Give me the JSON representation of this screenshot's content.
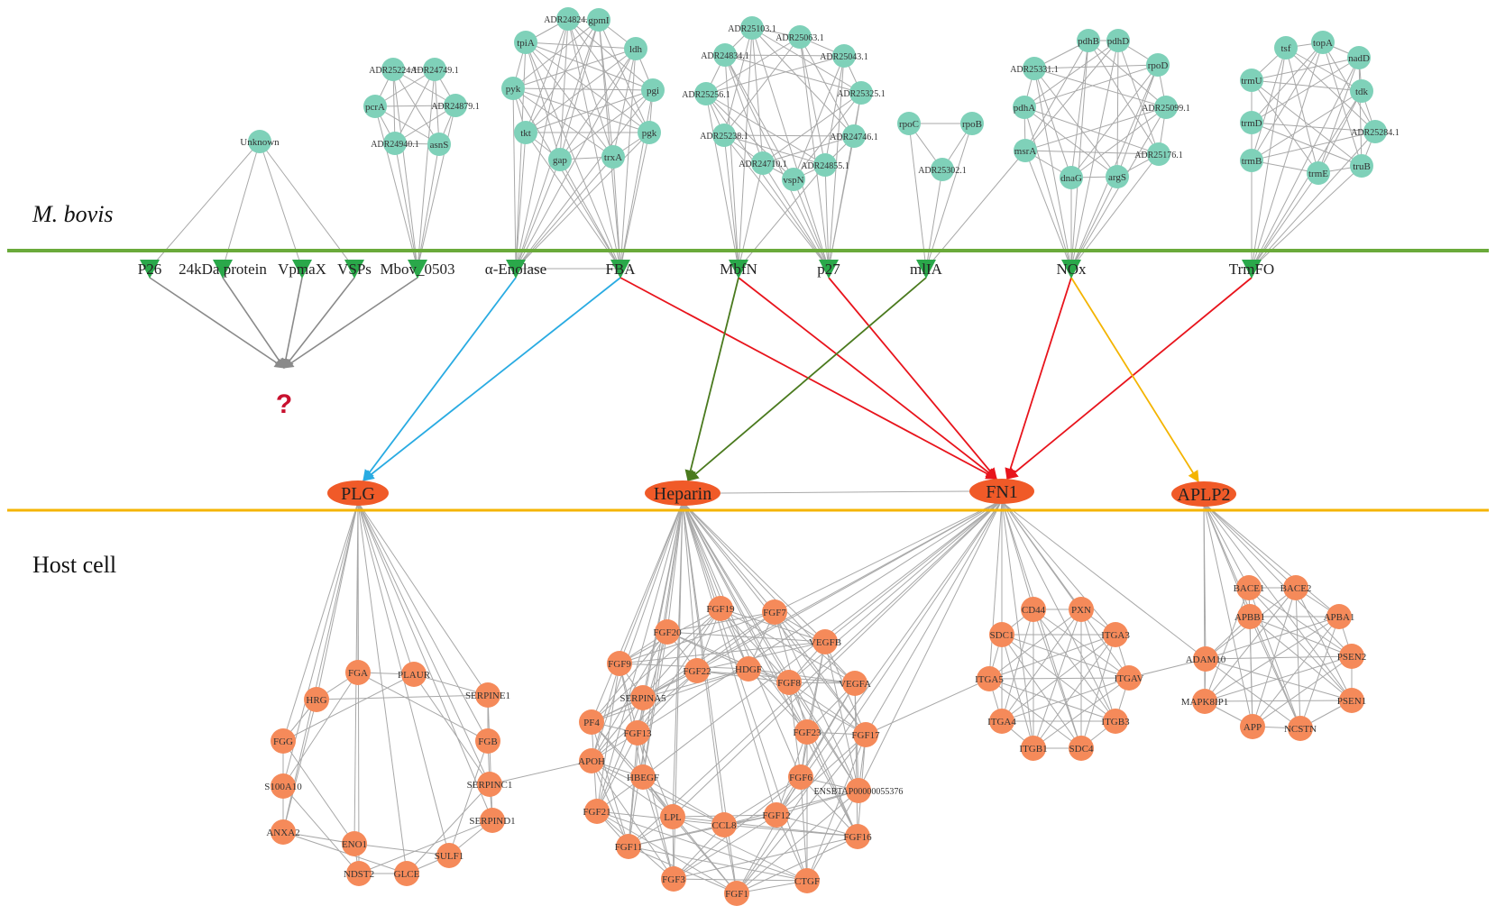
{
  "colors": {
    "mbovis_node": "#7fd1b9",
    "host_node": "#f58a5a",
    "host_hub": "#f05a28",
    "protein_marker": "#2aa84a",
    "edge": "#a8a8a8",
    "mbovis_line": "#6aaa3a",
    "host_line": "#f4b400",
    "arrow_blue": "#29abe2",
    "arrow_red": "#e8141c",
    "arrow_green": "#4a7a1e",
    "arrow_yellow": "#f4b400",
    "arrow_gray": "#8a8a8a",
    "qmark": "#c8102e"
  },
  "regions": {
    "top": "M. bovis",
    "bottom": "Host cell"
  },
  "question_mark": "?",
  "proteins": [
    "P26",
    "24kDa protein",
    "VpmaX",
    "VSPs",
    "Mbov_0503",
    "α-Enolase",
    "FBA",
    "MbfN",
    "p27",
    "mlIA",
    "NOx",
    "TrmFO"
  ],
  "hosts": [
    "PLG",
    "Heparin",
    "FN1",
    "APLP2"
  ],
  "clusters": [
    {
      "nodes": [
        "Unknown"
      ]
    },
    {
      "nodes": [
        "ADR25224.1",
        "ADR24749.1",
        "pcrA",
        "ADR24879.1",
        "ADR24940.1",
        "asnS"
      ]
    },
    {
      "nodes": [
        "ADR24824.1",
        "gpmI",
        "tpiA",
        "ldh",
        "pyk",
        "pgi",
        "tkt",
        "pgk",
        "gap",
        "trxA"
      ]
    },
    {
      "nodes": [
        "ADR25103.1",
        "ADR25063.1",
        "ADR24834.1",
        "ADR25043.1",
        "ADR25256.1",
        "ADR25325.1",
        "ADR25238.1",
        "ADR24746.1",
        "ADR24710.1",
        "vspN",
        "ADR24855.1"
      ]
    },
    {
      "nodes": [
        "rpoC",
        "rpoB",
        "ADR25302.1"
      ]
    },
    {
      "nodes": [
        "pdhB",
        "pdhD",
        "ADR25331.1",
        "rpoD",
        "pdhA",
        "ADR25099.1",
        "msrA",
        "ADR25176.1",
        "dnaG",
        "argS"
      ]
    },
    {
      "nodes": [
        "tsf",
        "topA",
        "trmU",
        "nadD",
        "tdk",
        "trmD",
        "ADR25284.1",
        "trmB",
        "trmE",
        "truB"
      ]
    },
    {
      "nodes": [
        "FGA",
        "PLAUR",
        "HRG",
        "SERPINE1",
        "FGG",
        "FGB",
        "SERPINC1",
        "S100A10",
        "SERPIND1",
        "ANXA2",
        "SULF1",
        "ENO1",
        "NDST2",
        "GLCE"
      ]
    },
    {
      "nodes": [
        "FGF19",
        "FGF7",
        "FGF20",
        "VEGFB",
        "FGF9",
        "FGF22",
        "HDGF",
        "FGF8",
        "VEGFA",
        "SERPINA5",
        "PF4",
        "FGF13",
        "FGF23",
        "FGF17",
        "APOH",
        "HBEGF",
        "FGF6",
        "ENSBTAP00000055376",
        "FGF21",
        "LPL",
        "CCL8",
        "FGF12",
        "FGF16",
        "FGF11",
        "FGF3",
        "FGF1",
        "CTGF"
      ]
    },
    {
      "nodes": [
        "CD44",
        "PXN",
        "SDC1",
        "ITGA3",
        "ITGA5",
        "ITGAV",
        "ITGA4",
        "ITGB3",
        "ITGB1",
        "SDC4"
      ]
    },
    {
      "nodes": [
        "BACE1",
        "BACE2",
        "APBB1",
        "APBA1",
        "ADAM10",
        "PSEN2",
        "MAPK8IP1",
        "PSEN1",
        "APP",
        "NCSTN"
      ]
    }
  ]
}
